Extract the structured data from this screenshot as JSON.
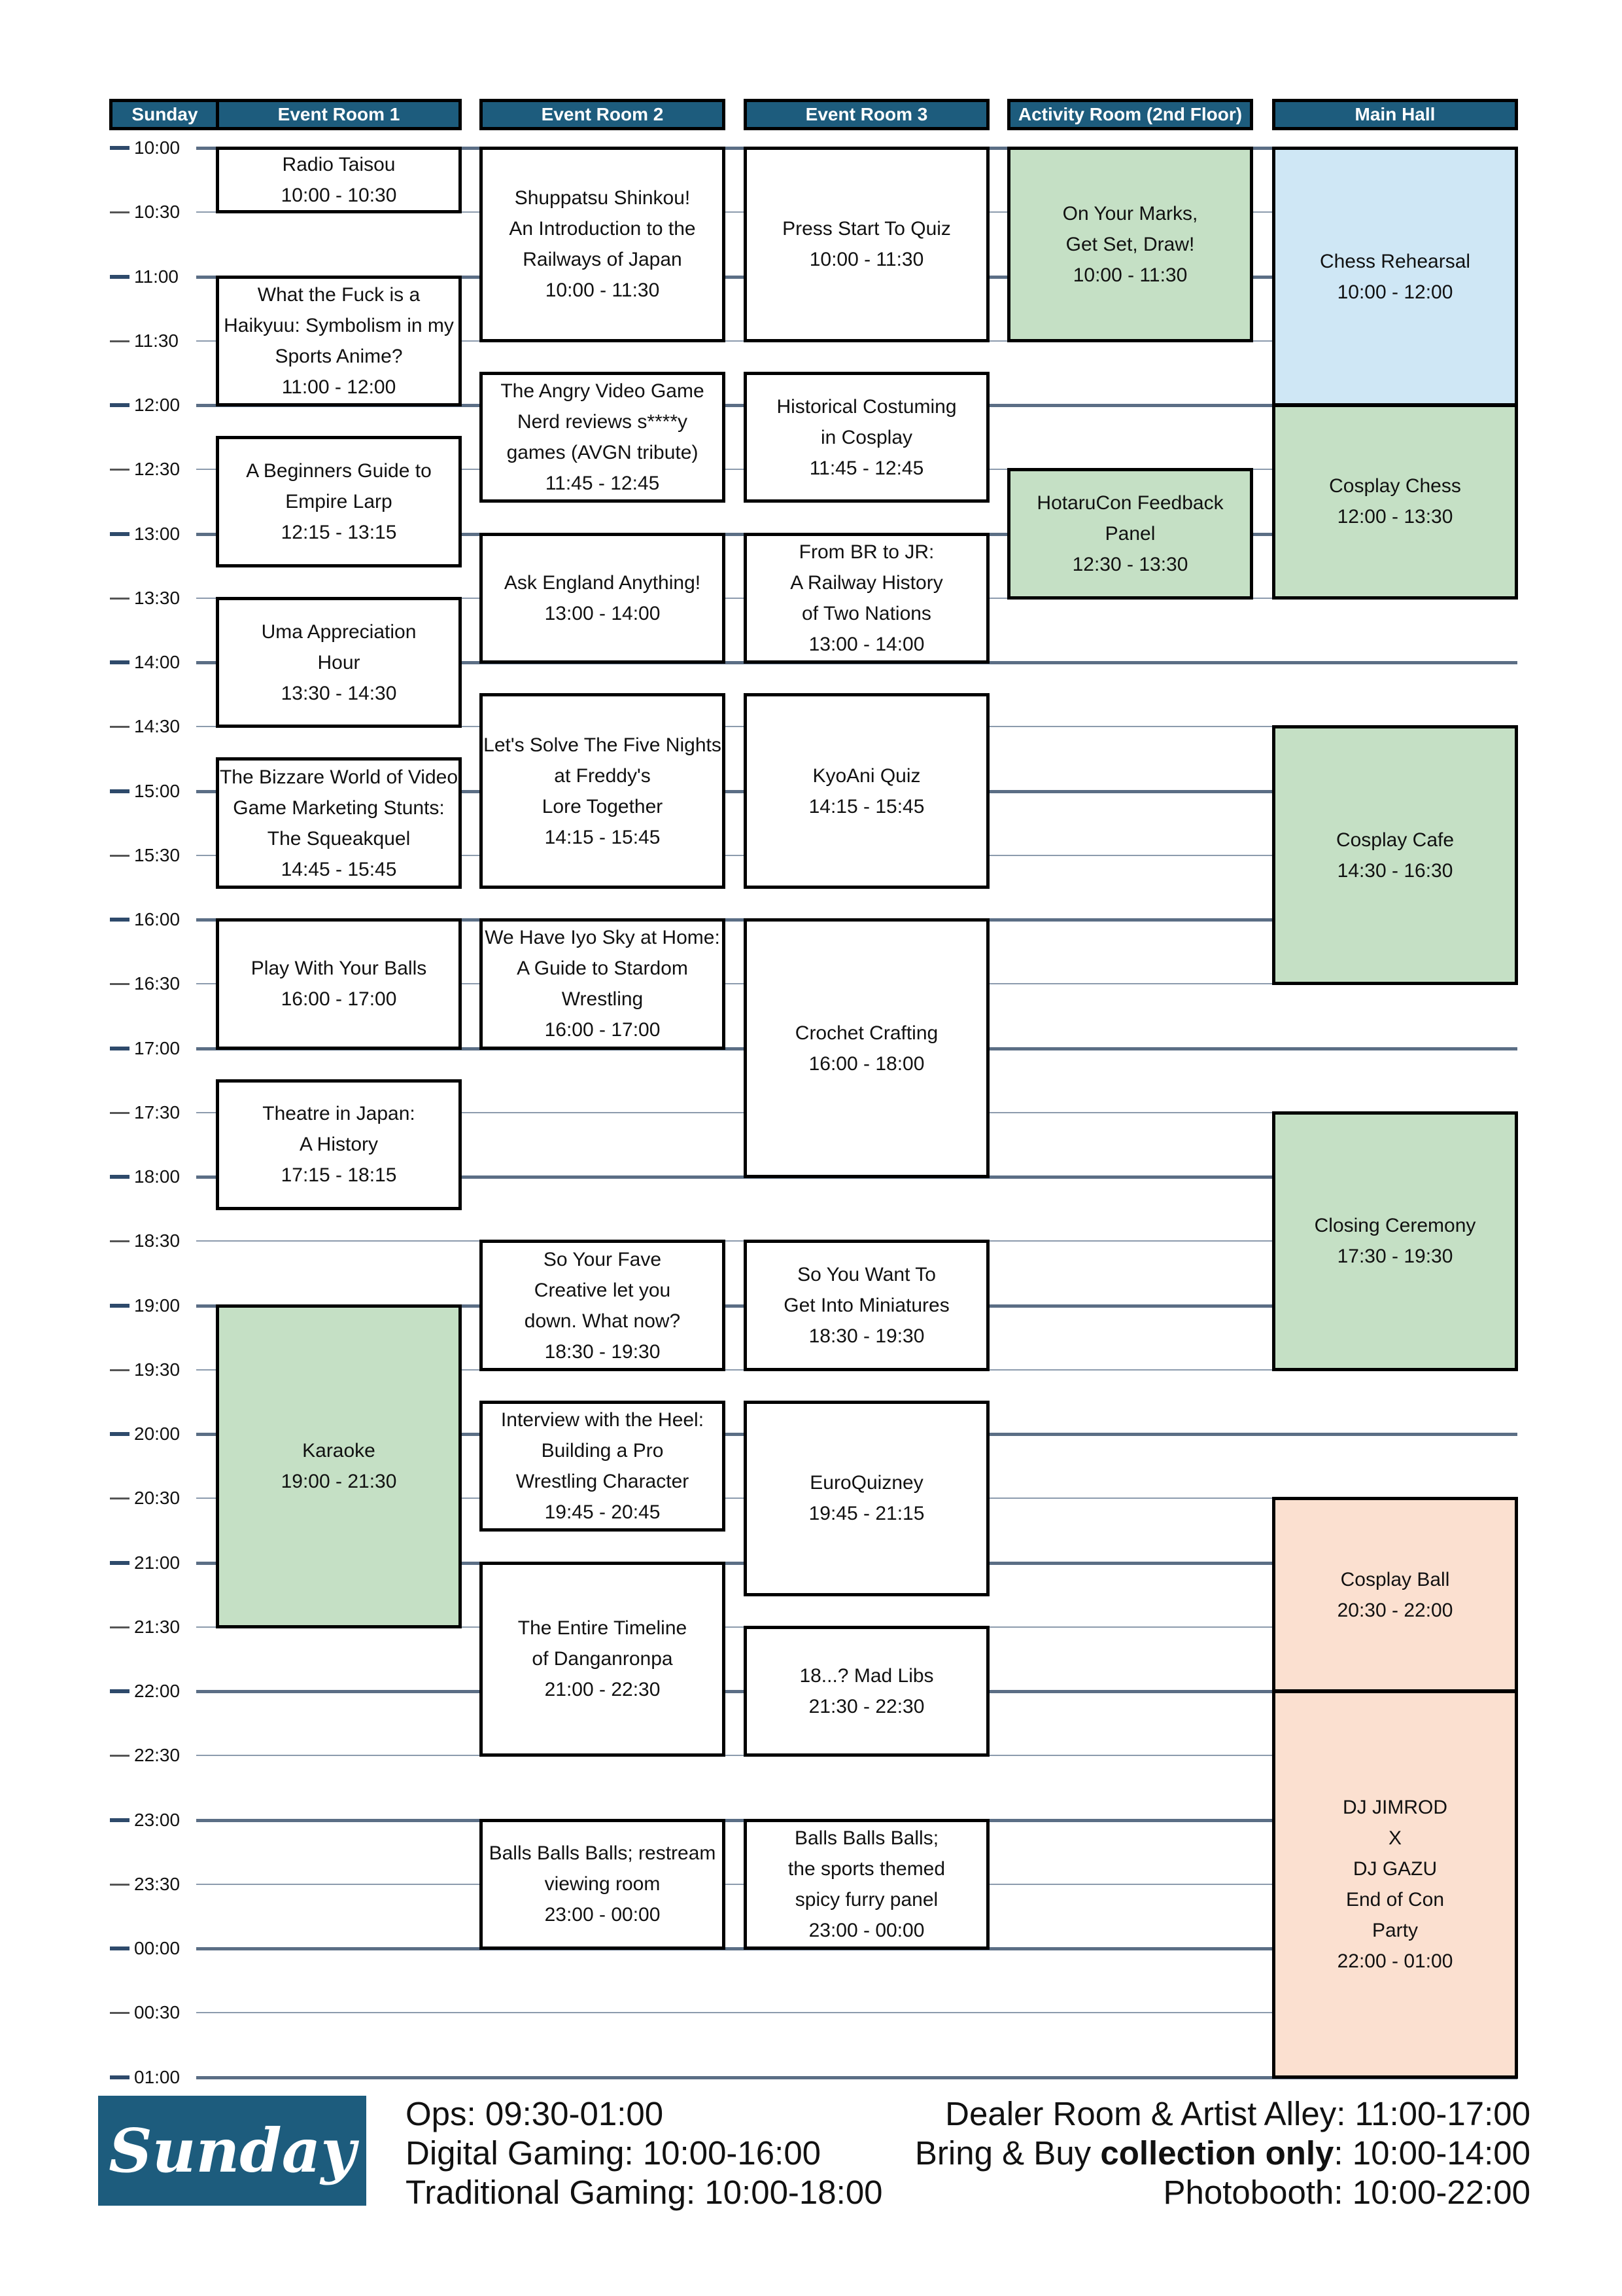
{
  "day_label": "Sunday",
  "columns": [
    {
      "id": "c1",
      "label": "Event Room 1"
    },
    {
      "id": "c2",
      "label": "Event Room 2"
    },
    {
      "id": "c3",
      "label": "Event Room 3"
    },
    {
      "id": "c4",
      "label": "Activity Room (2nd Floor)"
    },
    {
      "id": "c5",
      "label": "Main Hall"
    }
  ],
  "times": [
    "10:00",
    "10:30",
    "11:00",
    "11:30",
    "12:00",
    "12:30",
    "13:00",
    "13:30",
    "14:00",
    "14:30",
    "15:00",
    "15:30",
    "16:00",
    "16:30",
    "17:00",
    "17:30",
    "18:00",
    "18:30",
    "19:00",
    "19:30",
    "20:00",
    "20:30",
    "21:00",
    "21:30",
    "22:00",
    "22:30",
    "23:00",
    "23:30",
    "00:00",
    "00:30",
    "01:00"
  ],
  "events": [
    {
      "col": 0,
      "start": "10:00",
      "end": "10:30",
      "color": "white",
      "lines": [
        "Radio Taisou",
        "10:00 - 10:30"
      ]
    },
    {
      "col": 0,
      "start": "11:00",
      "end": "12:00",
      "color": "white",
      "lines": [
        "What the Fuck is a",
        "Haikyuu: Symbolism in my",
        "Sports Anime?",
        "11:00 - 12:00"
      ]
    },
    {
      "col": 0,
      "start": "12:15",
      "end": "13:15",
      "color": "white",
      "lines": [
        "A Beginners Guide to",
        "Empire Larp",
        "12:15 - 13:15"
      ]
    },
    {
      "col": 0,
      "start": "13:30",
      "end": "14:30",
      "color": "white",
      "lines": [
        "Uma Appreciation",
        "Hour",
        "13:30 - 14:30"
      ]
    },
    {
      "col": 0,
      "start": "14:45",
      "end": "15:45",
      "color": "white",
      "lines": [
        "The Bizzare World of Video",
        "Game Marketing Stunts:",
        "The Squeakquel",
        "14:45 - 15:45"
      ]
    },
    {
      "col": 0,
      "start": "16:00",
      "end": "17:00",
      "color": "white",
      "lines": [
        "Play With Your Balls",
        "16:00 - 17:00"
      ]
    },
    {
      "col": 0,
      "start": "17:15",
      "end": "18:15",
      "color": "white",
      "lines": [
        "Theatre in Japan:",
        "A History",
        "17:15 - 18:15"
      ]
    },
    {
      "col": 0,
      "start": "19:00",
      "end": "21:30",
      "color": "green",
      "lines": [
        "Karaoke",
        "19:00 - 21:30"
      ]
    },
    {
      "col": 1,
      "start": "10:00",
      "end": "11:30",
      "color": "white",
      "lines": [
        "Shuppatsu Shinkou!",
        "An Introduction to the",
        "Railways of Japan",
        "10:00 - 11:30"
      ]
    },
    {
      "col": 1,
      "start": "11:45",
      "end": "12:45",
      "color": "white",
      "lines": [
        "The Angry Video Game",
        "Nerd reviews s****y",
        "games (AVGN tribute)",
        "11:45 - 12:45"
      ]
    },
    {
      "col": 1,
      "start": "13:00",
      "end": "14:00",
      "color": "white",
      "lines": [
        "Ask England Anything!",
        "13:00 - 14:00"
      ]
    },
    {
      "col": 1,
      "start": "14:15",
      "end": "15:45",
      "color": "white",
      "lines": [
        "Let's Solve The Five Nights",
        "at Freddy's",
        "Lore Together",
        "14:15 - 15:45"
      ]
    },
    {
      "col": 1,
      "start": "16:00",
      "end": "17:00",
      "color": "white",
      "lines": [
        "We Have Iyo Sky at Home:",
        "A Guide to Stardom",
        "Wrestling",
        "16:00 - 17:00"
      ]
    },
    {
      "col": 1,
      "start": "18:30",
      "end": "19:30",
      "color": "white",
      "lines": [
        "So Your Fave",
        "Creative let you",
        "down. What now?",
        "18:30 - 19:30"
      ]
    },
    {
      "col": 1,
      "start": "19:45",
      "end": "20:45",
      "color": "white",
      "lines": [
        "Interview with the Heel:",
        "Building a Pro",
        "Wrestling Character",
        "19:45 - 20:45"
      ]
    },
    {
      "col": 1,
      "start": "21:00",
      "end": "22:30",
      "color": "white",
      "lines": [
        "The Entire Timeline",
        "of Danganronpa",
        "21:00 - 22:30"
      ]
    },
    {
      "col": 1,
      "start": "23:00",
      "end": "00:00",
      "color": "white",
      "lines": [
        "Balls Balls Balls; restream",
        "viewing room",
        "23:00 - 00:00"
      ]
    },
    {
      "col": 2,
      "start": "10:00",
      "end": "11:30",
      "color": "white",
      "lines": [
        "Press Start To Quiz",
        "10:00 - 11:30"
      ]
    },
    {
      "col": 2,
      "start": "11:45",
      "end": "12:45",
      "color": "white",
      "lines": [
        "Historical Costuming",
        "in Cosplay",
        "11:45 - 12:45"
      ]
    },
    {
      "col": 2,
      "start": "13:00",
      "end": "14:00",
      "color": "white",
      "lines": [
        "From BR to JR:",
        "A Railway History",
        "of Two Nations",
        "13:00 - 14:00"
      ]
    },
    {
      "col": 2,
      "start": "14:15",
      "end": "15:45",
      "color": "white",
      "lines": [
        "KyoAni Quiz",
        "14:15 - 15:45"
      ]
    },
    {
      "col": 2,
      "start": "16:00",
      "end": "18:00",
      "color": "white",
      "lines": [
        "Crochet Crafting",
        "16:00 - 18:00"
      ]
    },
    {
      "col": 2,
      "start": "18:30",
      "end": "19:30",
      "color": "white",
      "lines": [
        "So You Want To",
        "Get Into Miniatures",
        "18:30 - 19:30"
      ]
    },
    {
      "col": 2,
      "start": "19:45",
      "end": "21:15",
      "color": "white",
      "lines": [
        "EuroQuizney",
        "19:45 - 21:15"
      ]
    },
    {
      "col": 2,
      "start": "21:30",
      "end": "22:30",
      "color": "white",
      "lines": [
        "18...? Mad Libs",
        "21:30 - 22:30"
      ]
    },
    {
      "col": 2,
      "start": "23:00",
      "end": "00:00",
      "color": "white",
      "lines": [
        "Balls Balls Balls;",
        "the sports themed",
        "spicy furry panel",
        "23:00 - 00:00"
      ]
    },
    {
      "col": 3,
      "start": "10:00",
      "end": "11:30",
      "color": "green",
      "lines": [
        "On Your Marks,",
        "Get Set, Draw!",
        "10:00 - 11:30"
      ]
    },
    {
      "col": 3,
      "start": "12:30",
      "end": "13:30",
      "color": "green",
      "lines": [
        "HotaruCon Feedback",
        "Panel",
        "12:30 - 13:30"
      ]
    },
    {
      "col": 4,
      "start": "10:00",
      "end": "12:00",
      "color": "blue",
      "lines": [
        "Chess Rehearsal",
        "10:00 - 12:00"
      ]
    },
    {
      "col": 4,
      "start": "12:00",
      "end": "13:30",
      "color": "green",
      "lines": [
        "Cosplay Chess",
        "12:00 - 13:30"
      ]
    },
    {
      "col": 4,
      "start": "14:30",
      "end": "16:30",
      "color": "green",
      "lines": [
        "Cosplay Cafe",
        "14:30 - 16:30"
      ]
    },
    {
      "col": 4,
      "start": "17:30",
      "end": "19:30",
      "color": "green",
      "lines": [
        "Closing Ceremony",
        "17:30 - 19:30"
      ]
    },
    {
      "col": 4,
      "start": "20:30",
      "end": "22:00",
      "color": "peach",
      "lines": [
        "Cosplay Ball",
        "20:30 - 22:00"
      ]
    },
    {
      "col": 4,
      "start": "22:00",
      "end": "01:00",
      "color": "peach",
      "lines": [
        "DJ JIMROD",
        "X",
        "DJ GAZU",
        "End of Con",
        "Party",
        "22:00 - 01:00"
      ]
    }
  ],
  "footer": {
    "badge": "Sunday",
    "left": [
      {
        "label": "Ops: ",
        "value": "09:30-01:00"
      },
      {
        "label": "Digital Gaming: ",
        "value": "10:00-16:00"
      },
      {
        "label": "Traditional Gaming: ",
        "value": "10:00-18:00"
      }
    ],
    "right": [
      {
        "label": "Dealer Room & Artist Alley: ",
        "bold": "",
        "value": "11:00-17:00"
      },
      {
        "label": "Bring & Buy ",
        "bold": "collection only",
        "value": ": 10:00-14:00"
      },
      {
        "label": "Photobooth: ",
        "bold": "",
        "value": "10:00-22:00"
      }
    ]
  }
}
